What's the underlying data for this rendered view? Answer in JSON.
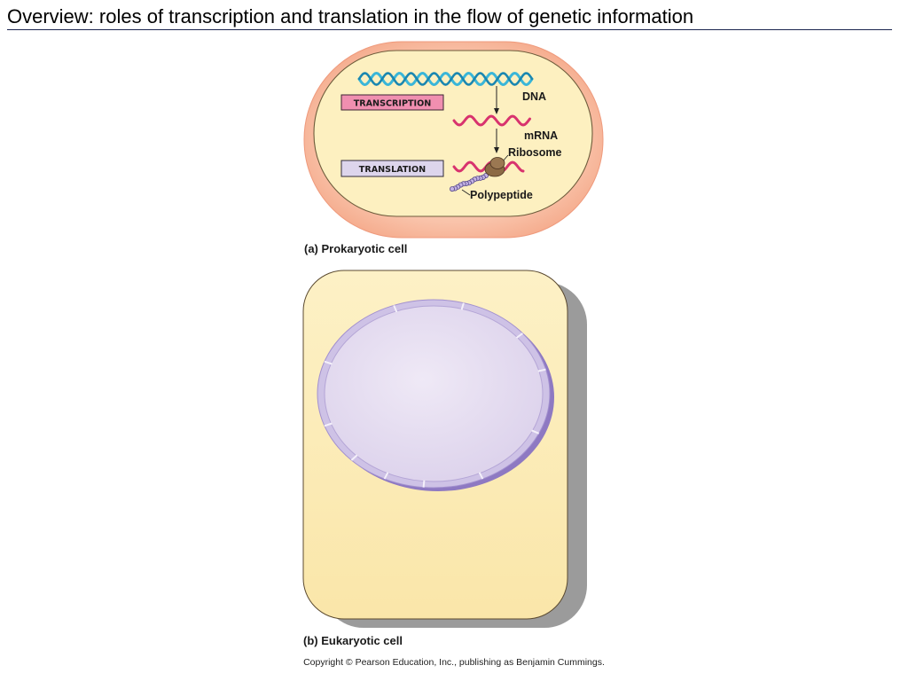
{
  "slide": {
    "title": "Overview: roles of transcription and translation in the flow of genetic information",
    "copyright": "Copyright © Pearson Education, Inc., publishing as Benjamin Cummings."
  },
  "prokaryote": {
    "transcription_label": "TRANSCRIPTION",
    "translation_label": "TRANSLATION",
    "dna_label": "DNA",
    "mrna_label": "mRNA",
    "ribosome_label": "Ribosome",
    "polypeptide_label": "Polypeptide",
    "caption": "(a) Prokaryotic cell"
  },
  "eukaryote": {
    "caption": "(b) Eukaryotic cell"
  },
  "colors": {
    "title_rule": "#1b2550",
    "capsule": "#f6ae8f",
    "cytoplasm": "#fdf0c0",
    "dna_strand_a": "#3ab6d8",
    "dna_strand_b": "#1b87b0",
    "mrna": "#d8336e",
    "transcription_box": "#f08fb0",
    "translation_box": "#ddd5ec",
    "ribosome": "#8c6a45",
    "polypeptide": "#c3b2e2",
    "cell_body": "#fcecb4",
    "cell_shadow": "#9b9b9b",
    "nuclear_envelope": "#8e79c2",
    "nucleoplasm": "#e2d9ef"
  }
}
